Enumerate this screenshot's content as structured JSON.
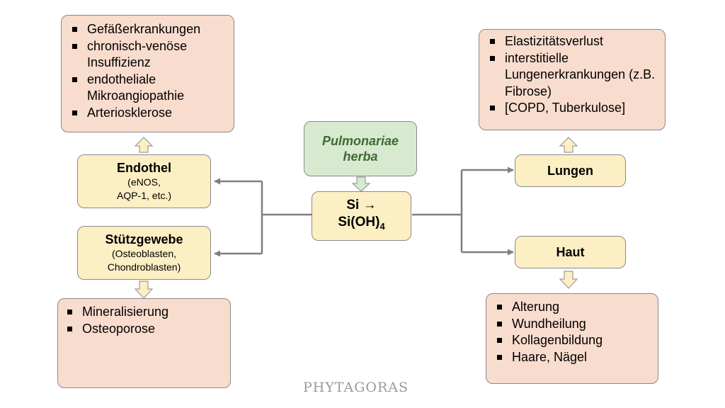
{
  "vascular_effects": [
    "Gefäßerkrankungen",
    "chronisch-venöse Insuffizienz",
    "endotheliale Mikroangiopathie",
    "Arteriosklerose"
  ],
  "lung_effects": [
    "Elastizitätsverlust",
    "interstitielle Lungenerkrankungen (z.B. Fibrose)",
    "[COPD, Tuberkulose]"
  ],
  "bone_effects": [
    "Mineralisierung",
    "Osteoporose"
  ],
  "skin_effects": [
    "Alterung",
    "Wundheilung",
    "Kollagenbildung",
    "Haare, Nägel"
  ],
  "source": {
    "line1": "Pulmonariae",
    "line2": "herba"
  },
  "center": {
    "line1": "Si →",
    "line2": "Si(OH)",
    "subscript": "4"
  },
  "endothel": {
    "title": "Endothel",
    "sub1": "(eNOS,",
    "sub2": "AQP-1, etc.)"
  },
  "stuetzgewebe": {
    "title": "Stützgewebe",
    "sub1": "(Osteoblasten,",
    "sub2": "Chondroblasten)"
  },
  "lungen": {
    "title": "Lungen"
  },
  "haut": {
    "title": "Haut"
  },
  "logo": {
    "text": "PHYTAGORAS"
  },
  "colors": {
    "effect_box": "#f8dccd",
    "node_box": "#fdefc4",
    "source_box": "#d7ead0",
    "source_text": "#3d6b30",
    "connector": "#7f7f7f"
  }
}
